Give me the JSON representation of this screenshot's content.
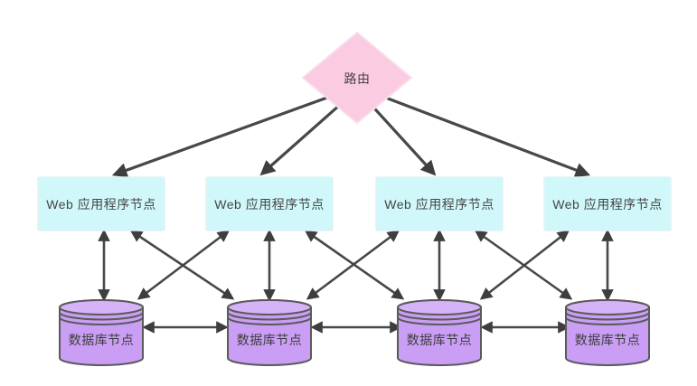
{
  "diagram_type": "network-topology",
  "nodes": {
    "router": {
      "id": "router",
      "shape": "diamond",
      "label": "路由"
    },
    "web": [
      {
        "id": "web1",
        "shape": "rect",
        "label": "Web 应用程序节点"
      },
      {
        "id": "web2",
        "shape": "rect",
        "label": "Web 应用程序节点"
      },
      {
        "id": "web3",
        "shape": "rect",
        "label": "Web 应用程序节点"
      },
      {
        "id": "web4",
        "shape": "rect",
        "label": "Web 应用程序节点"
      }
    ],
    "db": [
      {
        "id": "db1",
        "shape": "cylinder",
        "label": "数据库节点"
      },
      {
        "id": "db2",
        "shape": "cylinder",
        "label": "数据库节点"
      },
      {
        "id": "db3",
        "shape": "cylinder",
        "label": "数据库节点"
      },
      {
        "id": "db4",
        "shape": "cylinder",
        "label": "数据库节点"
      }
    ]
  },
  "edges": [
    {
      "from": "router",
      "to": "web1",
      "arrows": "end"
    },
    {
      "from": "router",
      "to": "web2",
      "arrows": "end"
    },
    {
      "from": "router",
      "to": "web3",
      "arrows": "end"
    },
    {
      "from": "router",
      "to": "web4",
      "arrows": "end"
    },
    {
      "from": "web1",
      "to": "db1",
      "arrows": "both"
    },
    {
      "from": "web1",
      "to": "db2",
      "arrows": "both"
    },
    {
      "from": "web2",
      "to": "db1",
      "arrows": "both"
    },
    {
      "from": "web2",
      "to": "db2",
      "arrows": "both"
    },
    {
      "from": "web2",
      "to": "db3",
      "arrows": "both"
    },
    {
      "from": "web3",
      "to": "db2",
      "arrows": "both"
    },
    {
      "from": "web3",
      "to": "db3",
      "arrows": "both"
    },
    {
      "from": "web3",
      "to": "db4",
      "arrows": "both"
    },
    {
      "from": "web4",
      "to": "db3",
      "arrows": "both"
    },
    {
      "from": "web4",
      "to": "db4",
      "arrows": "both"
    },
    {
      "from": "db1",
      "to": "db2",
      "arrows": "both"
    },
    {
      "from": "db2",
      "to": "db3",
      "arrows": "both"
    },
    {
      "from": "db3",
      "to": "db4",
      "arrows": "both"
    }
  ],
  "style": {
    "background": "#ffffff",
    "edge_color": "#3e3e3e",
    "router_fill": "#FACBE1",
    "router_border": "#F8DEEC",
    "web_fill": "#D0F8FA",
    "web_border": "#DFF2F3",
    "db_fill": "#C99EF4",
    "db_cap_fill": "#D6B3F8",
    "db_stroke": "#5A5A5A",
    "label_color": "#454545",
    "db_label_color": "#3d3d3d"
  }
}
